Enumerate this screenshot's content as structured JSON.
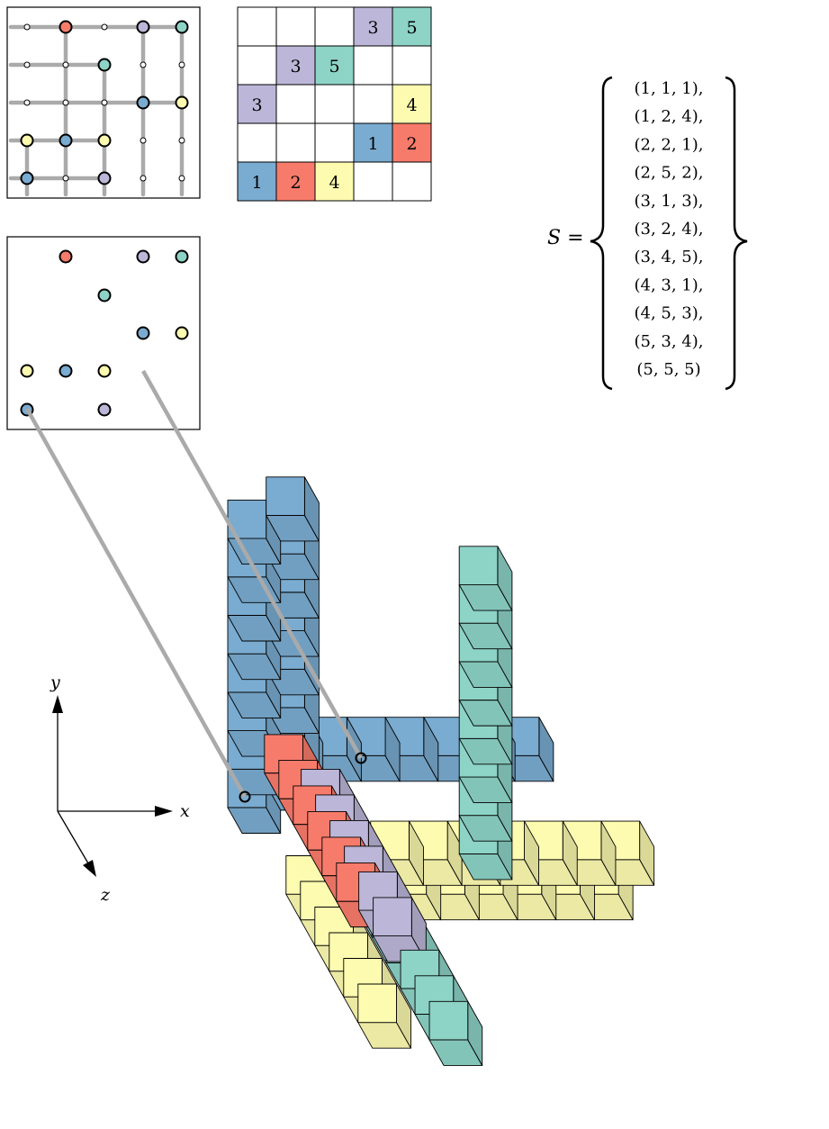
{
  "colors": {
    "1": "#7aabd0",
    "2": "#f77b6b",
    "3": "#bcb6d8",
    "4": "#fdfbb0",
    "5": "#8dd3c6",
    "grid_line": "#aaaaaa",
    "outline": "#000000"
  },
  "grid_panel": {
    "points": [
      [
        1,
        1,
        1
      ],
      [
        1,
        2,
        4
      ],
      [
        2,
        2,
        1
      ],
      [
        2,
        5,
        2
      ],
      [
        3,
        1,
        3
      ],
      [
        3,
        2,
        4
      ],
      [
        3,
        4,
        5
      ],
      [
        4,
        3,
        1
      ],
      [
        4,
        5,
        3
      ],
      [
        5,
        3,
        4
      ],
      [
        5,
        5,
        5
      ]
    ]
  },
  "latin_square": {
    "cells": [
      [
        "",
        "",
        "",
        "3",
        "5"
      ],
      [
        "",
        "3",
        "5",
        "",
        ""
      ],
      [
        "3",
        "",
        "",
        "",
        "4"
      ],
      [
        "",
        "",
        "",
        "1",
        "2"
      ],
      [
        "1",
        "2",
        "4",
        "",
        ""
      ]
    ]
  },
  "set_label": "S =",
  "set_elements": [
    "(1, 1, 1),",
    "(1, 2, 4),",
    "(2, 2, 1),",
    "(2, 5, 2),",
    "(3, 1, 3),",
    "(3, 2, 4),",
    "(3, 4, 5),",
    "(4, 3, 1),",
    "(4, 5, 3),",
    "(5, 3, 4),",
    "(5, 5, 5)"
  ],
  "axes": {
    "x": "x",
    "y": "y",
    "z": "z"
  }
}
